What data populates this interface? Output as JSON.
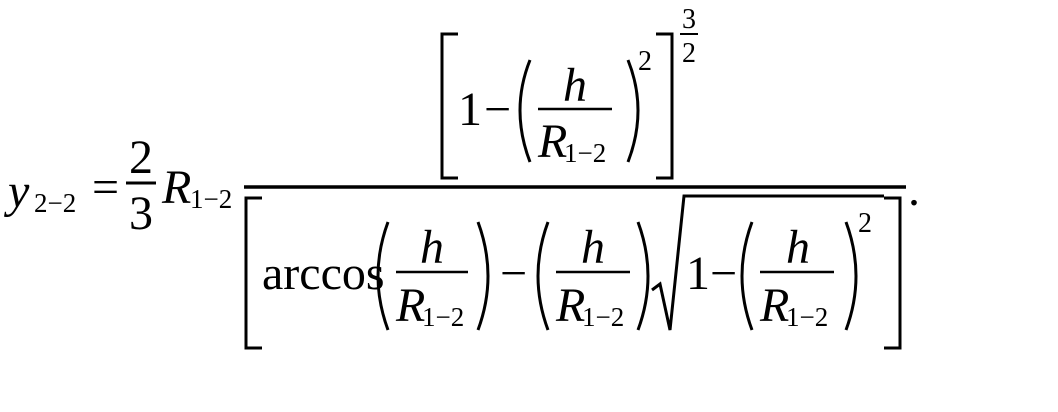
{
  "formula": {
    "lhs_var": "y",
    "lhs_sub": "2−2",
    "equals": "=",
    "coef_num": "2",
    "coef_den": "3",
    "R_var": "R",
    "R_sub": "1−2",
    "one": "1",
    "minus": "−",
    "h_var": "h",
    "square_exp": "2",
    "outer_exp_num": "3",
    "outer_exp_den": "2",
    "arccos": "arccos",
    "period": "."
  }
}
